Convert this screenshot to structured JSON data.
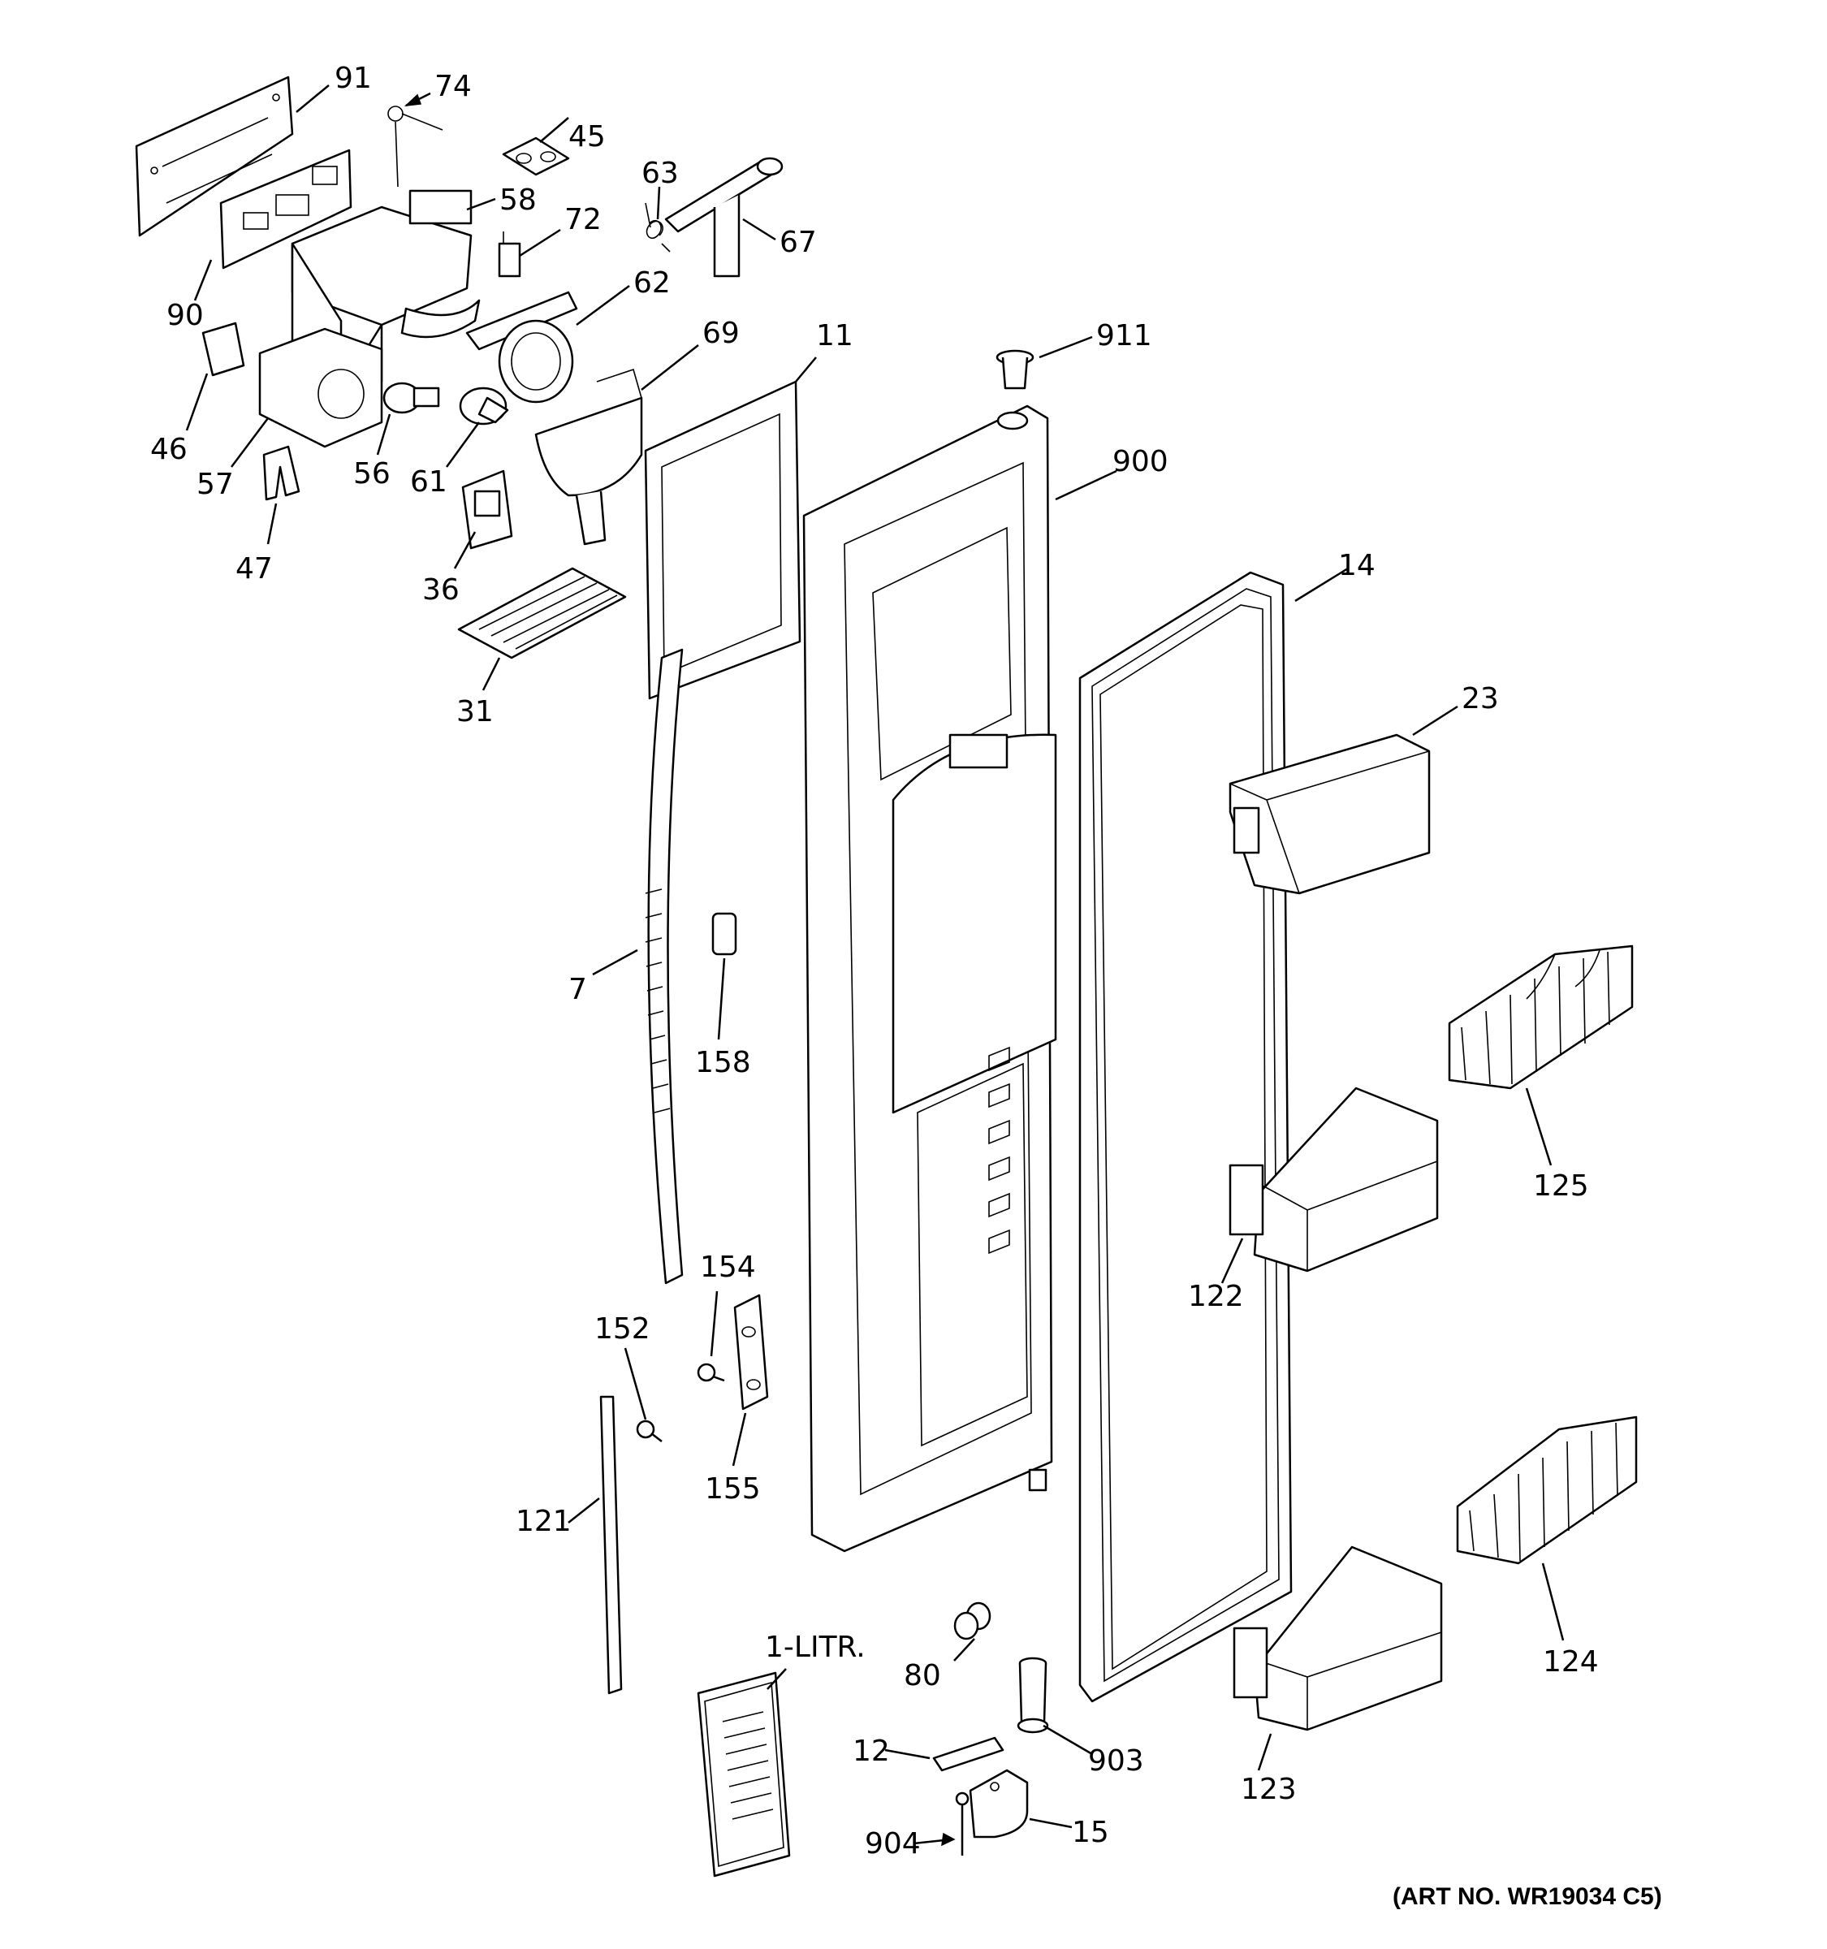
{
  "diagram": {
    "art_number": "(ART NO. WR19034 C5)",
    "callouts": [
      "91",
      "74",
      "45",
      "63",
      "58",
      "72",
      "67",
      "90",
      "62",
      "69",
      "11",
      "911",
      "46",
      "57",
      "56",
      "61",
      "47",
      "36",
      "900",
      "14",
      "31",
      "23",
      "7",
      "158",
      "125",
      "154",
      "152",
      "122",
      "155",
      "121",
      "124",
      "1-LITR.",
      "80",
      "903",
      "12",
      "123",
      "15",
      "904"
    ]
  }
}
